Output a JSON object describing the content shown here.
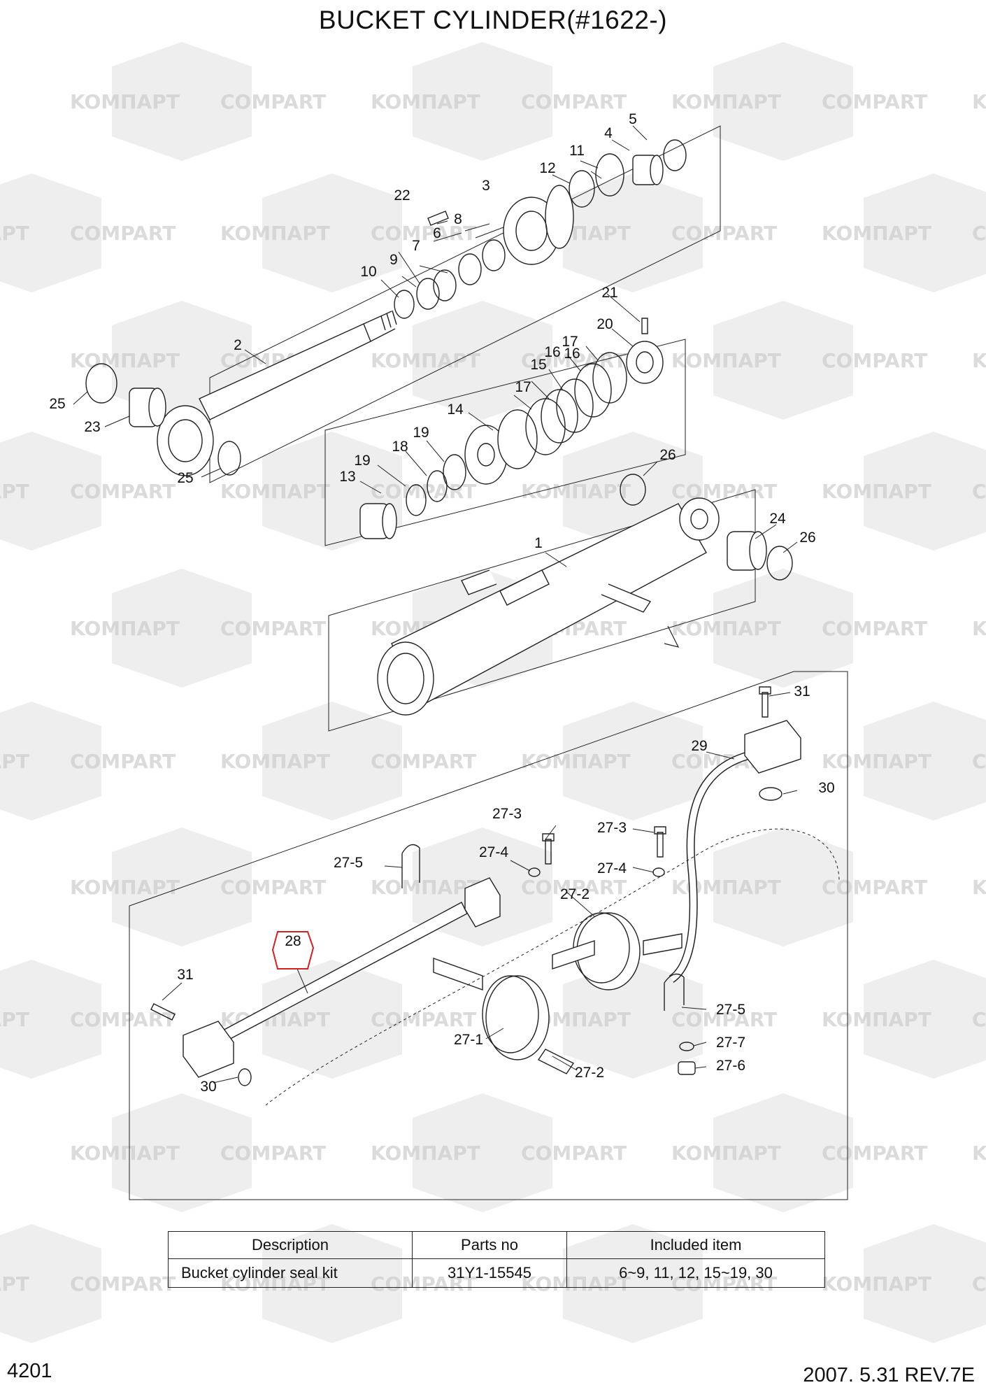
{
  "title": "BUCKET CYLINDER(#1622-)",
  "watermark": {
    "words": [
      "KOMПAPT",
      "COMPART"
    ]
  },
  "callouts": [
    "1",
    "2",
    "3",
    "4",
    "5",
    "6",
    "7",
    "8",
    "9",
    "10",
    "11",
    "12",
    "13",
    "14",
    "15",
    "16",
    "16",
    "17",
    "17",
    "18",
    "19",
    "19",
    "20",
    "21",
    "22",
    "23",
    "24",
    "25",
    "25",
    "26",
    "26",
    "27-1",
    "27-2",
    "27-2",
    "27-3",
    "27-3",
    "27-4",
    "27-4",
    "27-5",
    "27-5",
    "27-6",
    "27-7",
    "28",
    "29",
    "30",
    "30",
    "31",
    "31"
  ],
  "highlighted_callout": "28",
  "kit_table": {
    "headers": [
      "Description",
      "Parts no",
      "Included item"
    ],
    "rows": [
      {
        "description": "Bucket cylinder seal kit",
        "parts_no": "31Y1-15545",
        "included": "6~9, 11, 12, 15~19, 30"
      }
    ]
  },
  "footer": {
    "page": "4201",
    "revision": "2007. 5.31  REV.7E"
  },
  "colors": {
    "line": "#222222",
    "watermark": "#e0e0e0",
    "highlight": "#d42020"
  }
}
